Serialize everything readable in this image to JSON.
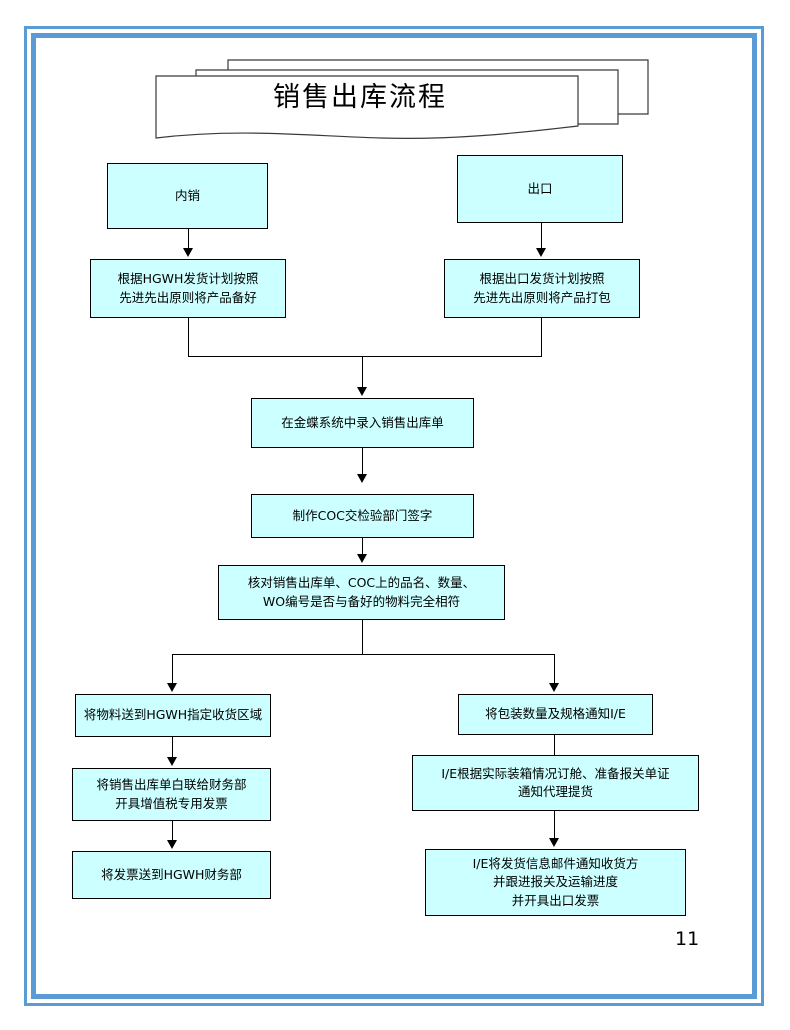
{
  "document": {
    "title": "销售出库流程",
    "page_number": "11",
    "frame_color": "#5b9bd5",
    "box_fill_color": "#ccffff",
    "box_border_color": "#000000"
  },
  "flow": {
    "nodes": [
      {
        "id": "domestic",
        "label": "内销"
      },
      {
        "id": "export",
        "label": "出口"
      },
      {
        "id": "domestic-prep",
        "label": "根据HGWH发货计划按照\n先进先出原则将产品备好"
      },
      {
        "id": "export-pack",
        "label": "根据出口发货计划按照\n先进先出原则将产品打包"
      },
      {
        "id": "kingdee-entry",
        "label": "在金蝶系统中录入销售出库单"
      },
      {
        "id": "coc-sign",
        "label": "制作COC交检验部门签字"
      },
      {
        "id": "verify-match",
        "label": "核对销售出库单、COC上的品名、数量、\nWO编号是否与备好的物料完全相符"
      },
      {
        "id": "deliver-hgwh",
        "label": "将物料送到HGWH指定收货区域"
      },
      {
        "id": "white-copy",
        "label": "将销售出库单白联给财务部\n开具增值税专用发票"
      },
      {
        "id": "invoice-hgwh",
        "label": "将发票送到HGWH财务部"
      },
      {
        "id": "notify-ie",
        "label": "将包装数量及规格通知I/E"
      },
      {
        "id": "ie-booking",
        "label": "I/E根据实际装箱情况订舱、准备报关单证\n通知代理提货"
      },
      {
        "id": "ie-email",
        "label": "I/E将发货信息邮件通知收货方\n并跟进报关及运输进度\n并开具出口发票"
      }
    ]
  }
}
